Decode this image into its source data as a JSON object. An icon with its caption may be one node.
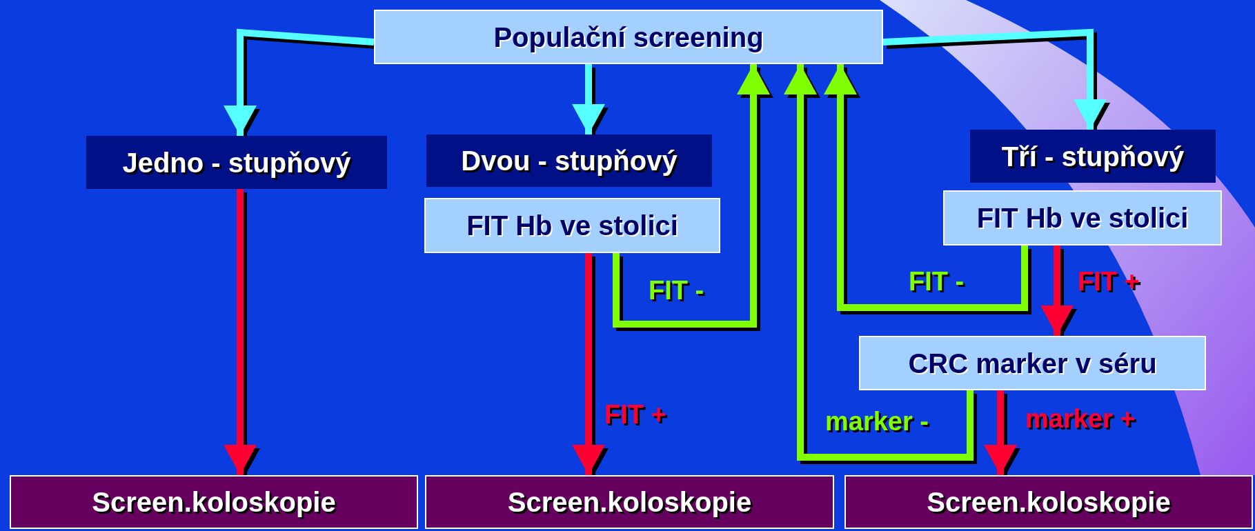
{
  "diagram": {
    "nodes": [
      {
        "text": [
          "Populační screening"
        ]
      },
      {
        "text": [
          "Jedno - stupňový"
        ]
      },
      {
        "text": [
          "Dvou - stupňový"
        ]
      },
      {
        "text": [
          "FIT Hb ve stolici"
        ]
      },
      {
        "text": [
          "Tří - stupňový"
        ]
      },
      {
        "text": [
          "FIT Hb ve stolici"
        ]
      },
      {
        "text": [
          "CRC marker v séru"
        ]
      },
      {
        "text": [
          "Screen.koloskopie"
        ]
      },
      {
        "text": [
          "Screen.koloskopie"
        ]
      },
      {
        "text": [
          "Screen.koloskopie"
        ]
      }
    ],
    "edges": [
      {
        "from": 0,
        "to": 1,
        "arrow": "to",
        "color": "#55ffff"
      },
      {
        "from": 0,
        "to": 2,
        "arrow": "to",
        "color": "#55ffff"
      },
      {
        "from": 0,
        "to": 4,
        "arrow": "to",
        "color": "#55ffff"
      },
      {
        "from": 1,
        "to": 7,
        "arrow": "to",
        "color": "#ff0033"
      },
      {
        "from": 3,
        "to": 8,
        "arrow": "to",
        "label": "FIT +",
        "color": "#ff0033"
      },
      {
        "from": 3,
        "to": 0,
        "arrow": "to",
        "label": "FIT -",
        "color": "#80ff00"
      },
      {
        "from": 5,
        "to": 6,
        "arrow": "to",
        "label": "FIT +",
        "color": "#ff0033"
      },
      {
        "from": 5,
        "to": 0,
        "arrow": "to",
        "label": "FIT -",
        "color": "#80ff00"
      },
      {
        "from": 6,
        "to": 9,
        "arrow": "to",
        "label": "marker +",
        "color": "#ff0033"
      },
      {
        "from": 6,
        "to": 0,
        "arrow": "to",
        "label": "marker -",
        "color": "#80ff00"
      }
    ]
  }
}
